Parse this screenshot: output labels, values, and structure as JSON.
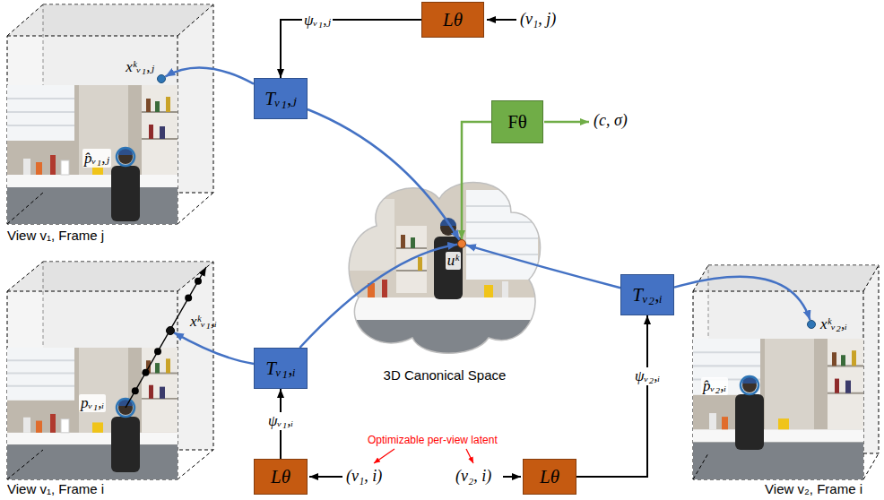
{
  "diagram": {
    "nodes": [
      {
        "text": [
          "Lθ"
        ]
      },
      {
        "text": [
          "Tᵥ₁,ⱼ"
        ]
      },
      {
        "text": [
          "Fθ"
        ]
      },
      {
        "text": [
          "View v₁, Frame j",
          "p̂ᵥ₁,ⱼ"
        ]
      },
      {
        "text": [
          "xᵏᵥ₁,ⱼ"
        ],
        "in": 3
      },
      {
        "text": [
          "3D Canonical Space"
        ]
      },
      {
        "text": [
          "uᵏ"
        ],
        "in": 5
      },
      {
        "text": [
          "Tᵥ₁,ᵢ"
        ]
      },
      {
        "text": [
          "Tᵥ₂,ᵢ"
        ]
      },
      {
        "text": [
          "View v₁, Frame i",
          "pᵥ₁,ᵢ"
        ]
      },
      {
        "text": [
          "xᵏᵥ₁,ᵢ"
        ],
        "in": 9
      },
      {
        "text": [
          "View v₂, Frame i",
          "p̂ᵥ₂,ᵢ"
        ]
      },
      {
        "text": [
          "xᵏᵥ₂,ᵢ"
        ],
        "in": 11
      },
      {
        "text": [
          "Lθ"
        ]
      },
      {
        "text": [
          "Lθ"
        ]
      }
    ],
    "edges": [
      {
        "from": 0,
        "to": 1,
        "arrow": "to",
        "label": "ψᵥ₁,ⱼ"
      },
      {
        "from": 1,
        "to": 4,
        "arrow": "to"
      },
      {
        "from": 1,
        "to": 6,
        "arrow": "to"
      },
      {
        "from": 2,
        "to": 6,
        "arrow": "to"
      },
      {
        "from": 7,
        "to": 10,
        "arrow": "to"
      },
      {
        "from": 7,
        "to": 6,
        "arrow": "to"
      },
      {
        "from": 8,
        "to": 6,
        "arrow": "to"
      },
      {
        "from": 8,
        "to": 12,
        "arrow": "to"
      },
      {
        "from": 13,
        "to": 7,
        "arrow": "to",
        "label": "ψᵥ₁,ᵢ"
      },
      {
        "from": 14,
        "to": 8,
        "arrow": "to",
        "label": "ψᵥ₂,ᵢ"
      }
    ],
    "labels": [
      "(v₁, j)",
      "(c, σ)",
      "(v₁, i)",
      "Optimizable per-view latent",
      "(v₂, i)"
    ]
  }
}
